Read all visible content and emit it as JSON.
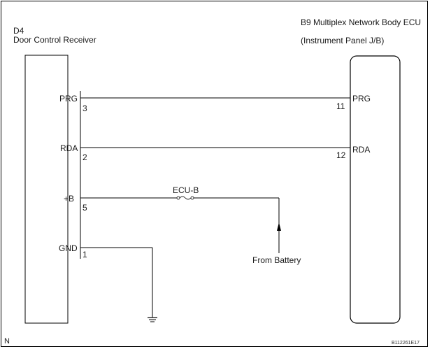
{
  "left_component": {
    "code": "D4",
    "name": "Door Control Receiver",
    "pins": [
      {
        "label": "PRG",
        "number": "3"
      },
      {
        "label": "RDA",
        "number": "2"
      },
      {
        "label": "+B",
        "number": "5"
      },
      {
        "label": "GND",
        "number": "1"
      }
    ]
  },
  "right_component": {
    "title": "B9 Multiplex Network Body ECU",
    "subtitle": "(Instrument Panel J/B)",
    "pins": [
      {
        "label": "PRG",
        "number": "11"
      },
      {
        "label": "RDA",
        "number": "12"
      }
    ]
  },
  "fuse": {
    "label": "ECU-B"
  },
  "battery": {
    "label": "From Battery"
  },
  "footer": {
    "left_mark": "N",
    "figure_id": "B112261E17"
  }
}
